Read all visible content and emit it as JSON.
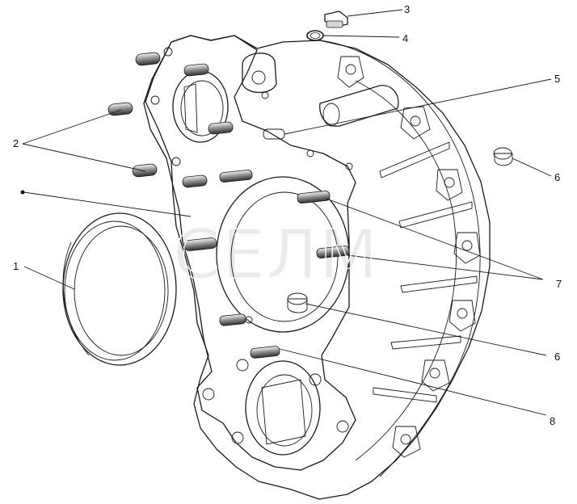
{
  "watermark": "СЕЛМ",
  "callouts": [
    "1",
    "2",
    "3",
    "4",
    "5",
    "6",
    "6",
    "7",
    "8"
  ],
  "colors": {
    "line": "#1a1a1a",
    "fill": "#ffffff",
    "shade": "#cfcfcf"
  }
}
